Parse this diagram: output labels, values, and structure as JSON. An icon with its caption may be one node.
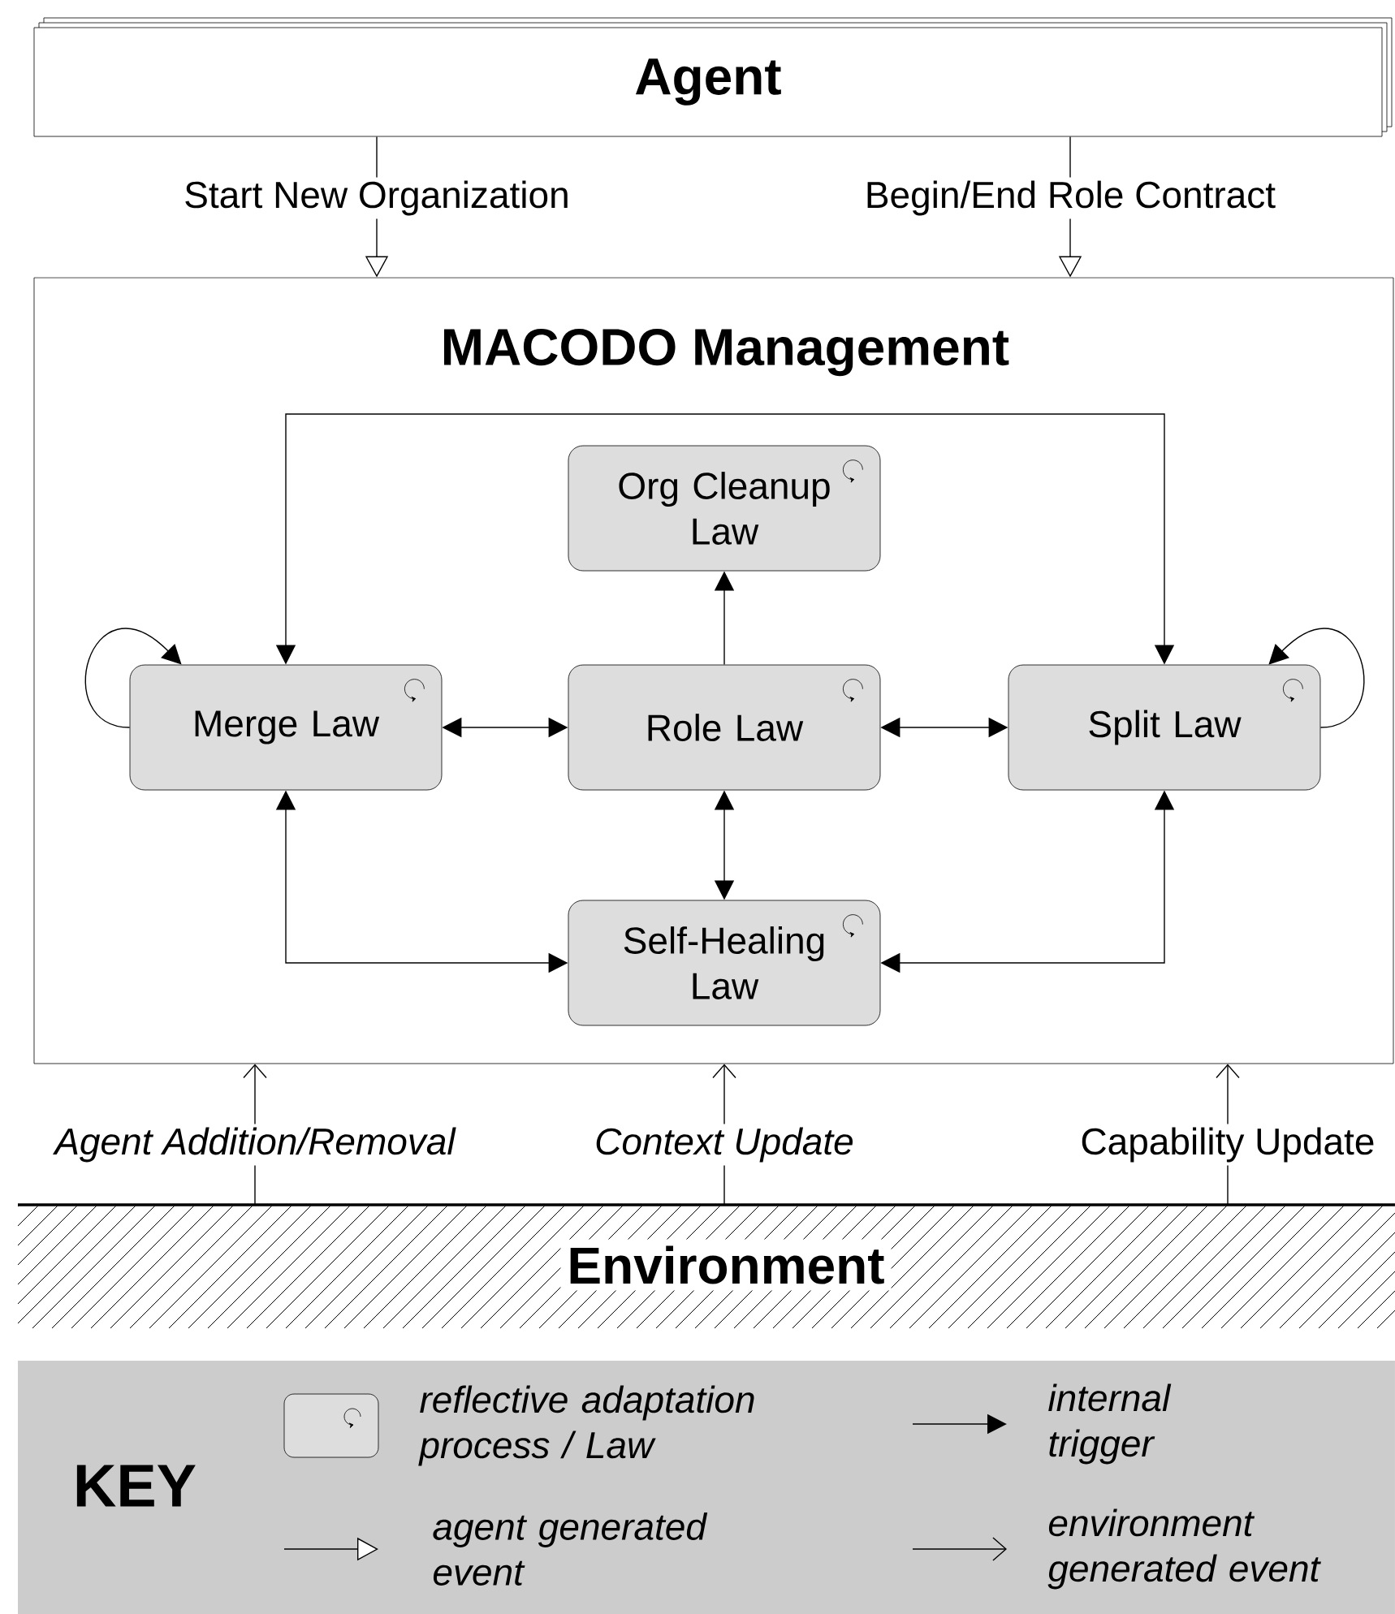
{
  "diagram": {
    "nodes": [
      {
        "text": [
          "Agent"
        ]
      },
      {
        "text": [
          "MACODO Management"
        ]
      },
      {
        "text": [
          "Org Cleanup Law"
        ],
        "in": 1
      },
      {
        "text": [
          "Merge Law"
        ],
        "in": 1
      },
      {
        "text": [
          "Role Law"
        ],
        "in": 1
      },
      {
        "text": [
          "Split Law"
        ],
        "in": 1
      },
      {
        "text": [
          "Self-Healing Law"
        ],
        "in": 1
      },
      {
        "text": [
          "Environment"
        ]
      }
    ],
    "edges": [
      {
        "from": 0,
        "to": 1,
        "arrow": "to",
        "label": "Start New Organization"
      },
      {
        "from": 0,
        "to": 1,
        "arrow": "to",
        "label": "Begin/End Role Contract"
      },
      {
        "from": 3,
        "to": 5,
        "arrow": "both"
      },
      {
        "from": 3,
        "to": 3,
        "arrow": "to"
      },
      {
        "from": 5,
        "to": 5,
        "arrow": "to"
      },
      {
        "from": 4,
        "to": 2,
        "arrow": "to"
      },
      {
        "from": 3,
        "to": 4,
        "arrow": "both"
      },
      {
        "from": 4,
        "to": 5,
        "arrow": "both"
      },
      {
        "from": 4,
        "to": 6,
        "arrow": "both"
      },
      {
        "from": 3,
        "to": 6,
        "arrow": "both"
      },
      {
        "from": 5,
        "to": 6,
        "arrow": "both"
      },
      {
        "from": 7,
        "to": 1,
        "arrow": "to",
        "label": "Agent Addition/Removal"
      },
      {
        "from": 7,
        "to": 1,
        "arrow": "to",
        "label": "Context Update"
      },
      {
        "from": 7,
        "to": 1,
        "arrow": "to",
        "label": "Capability Update"
      }
    ],
    "labels": [
      "KEY"
    ],
    "legend": [
      {
        "text": "reflective adaptation process / Law"
      },
      {
        "text": "internal trigger"
      },
      {
        "text": "agent generated event"
      },
      {
        "text": "environment generated event"
      }
    ]
  }
}
